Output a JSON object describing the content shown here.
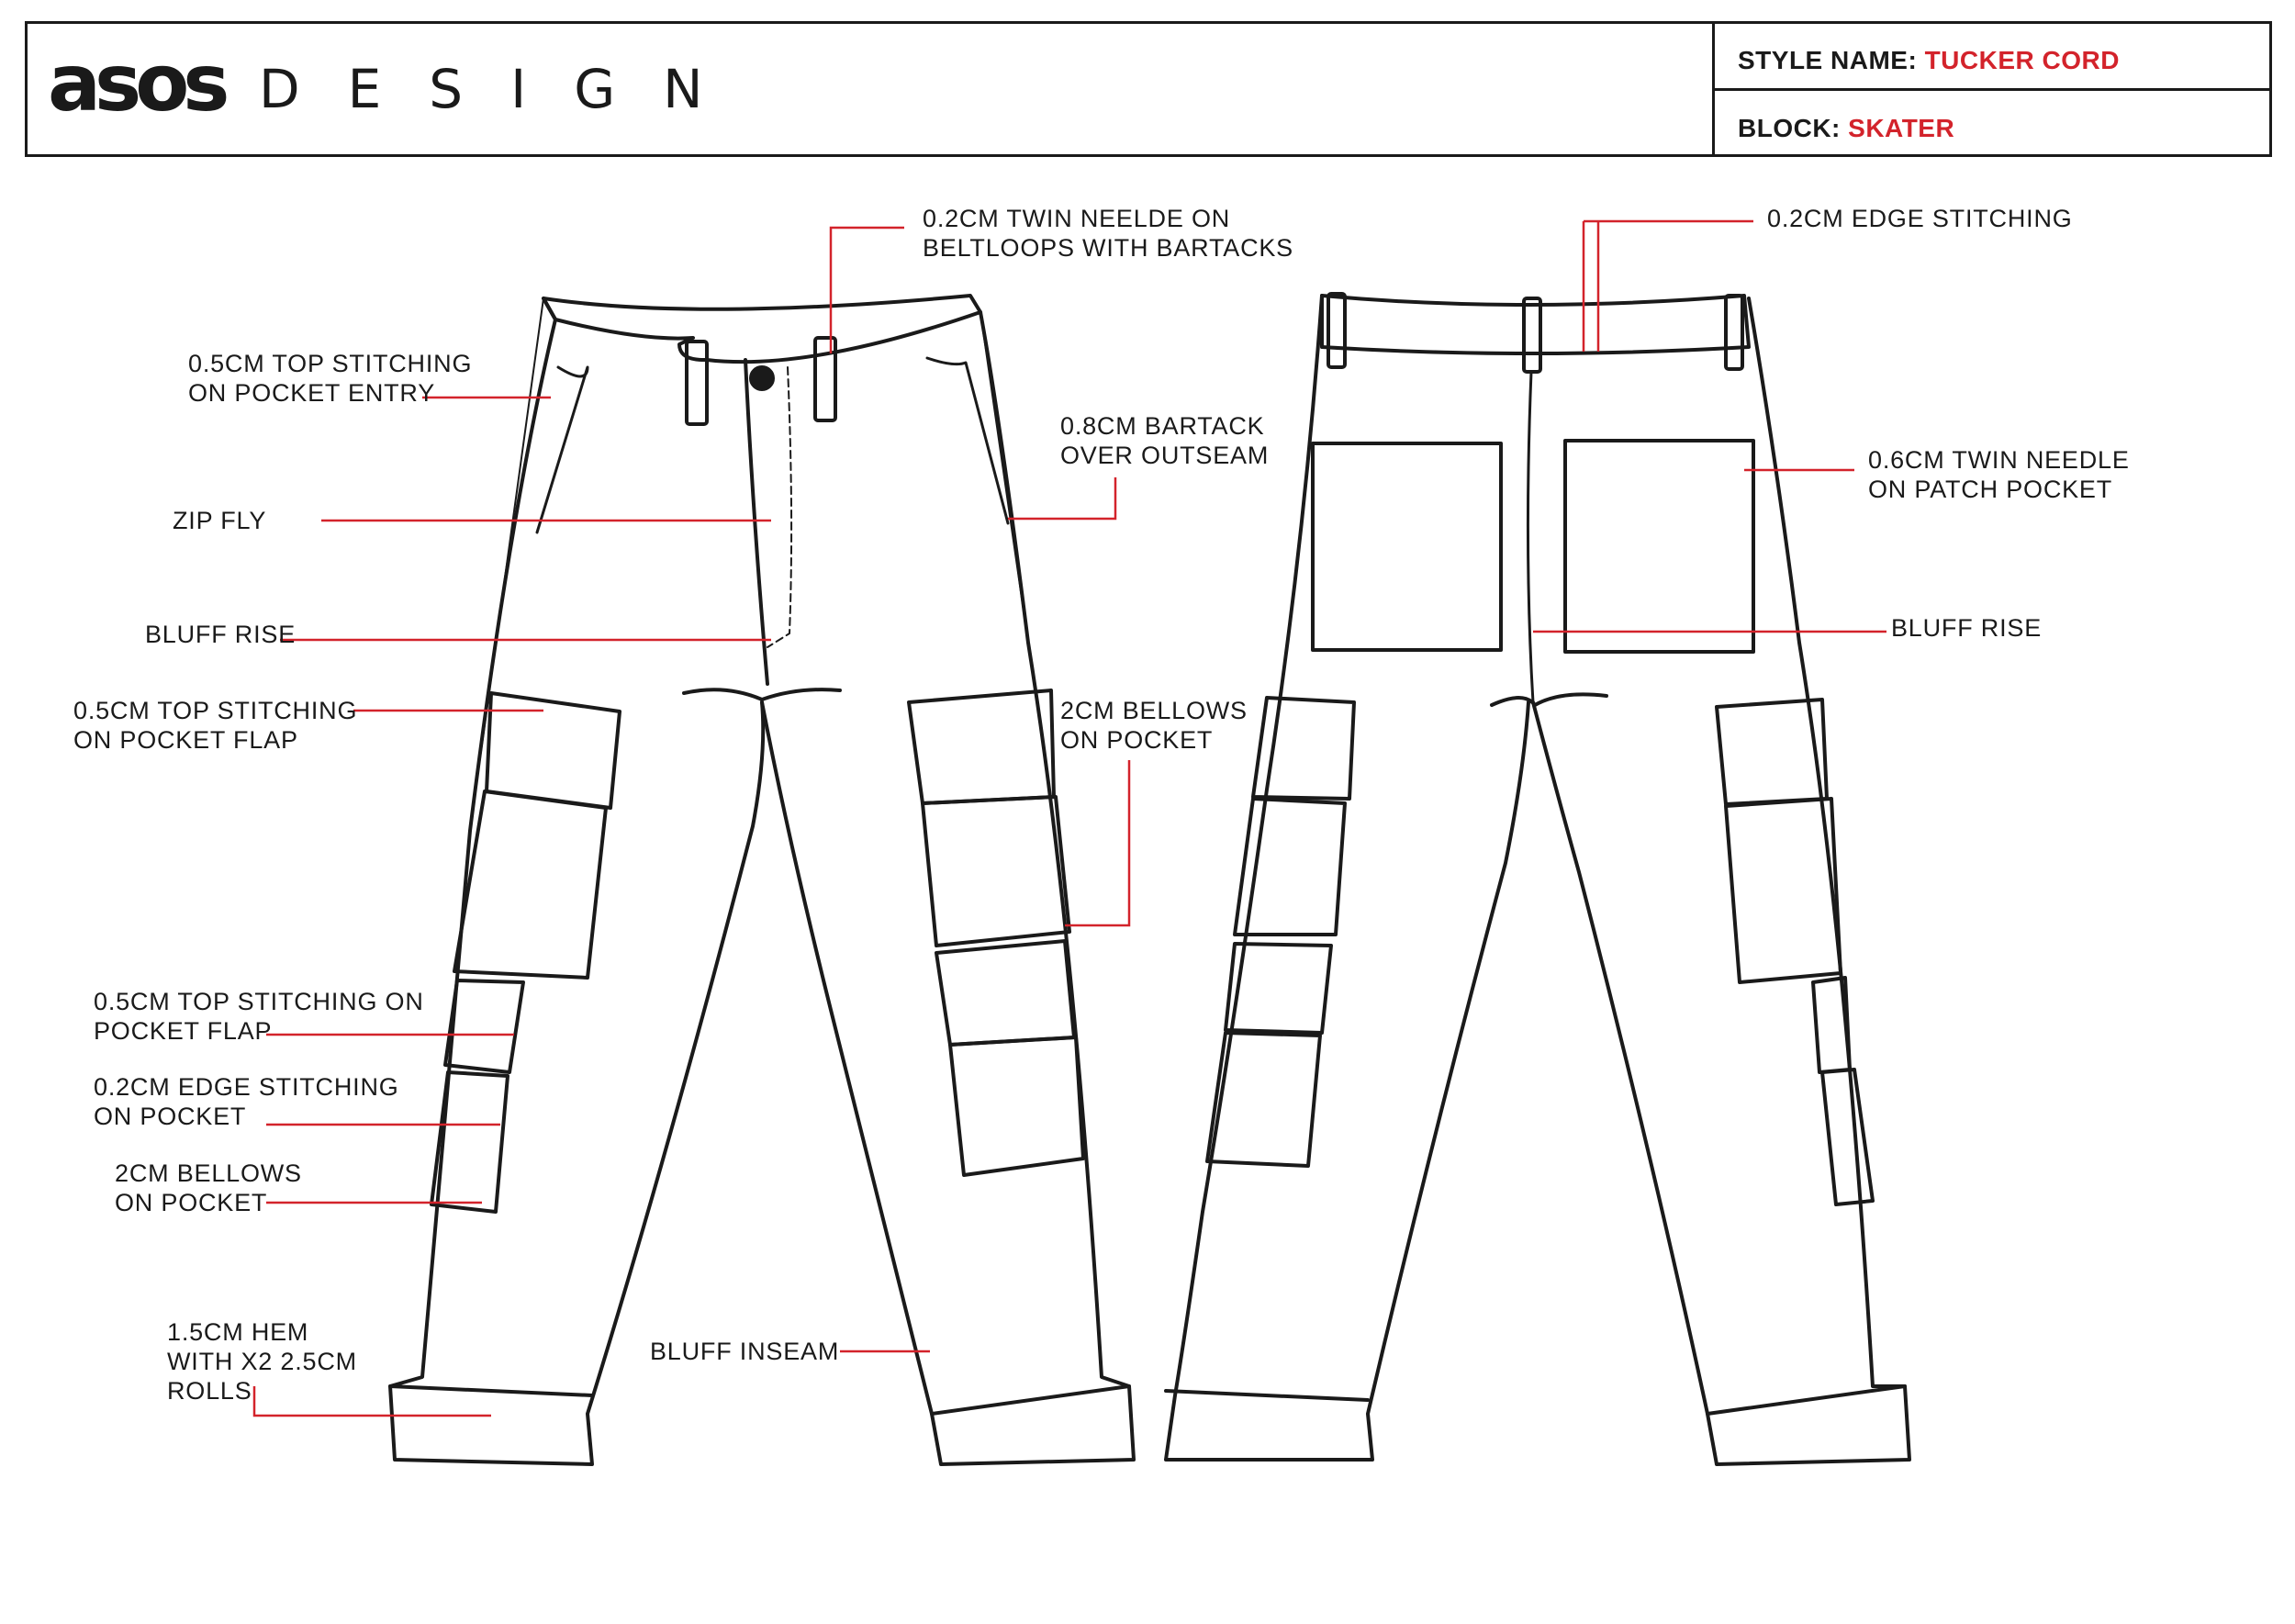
{
  "header": {
    "logo": "asos",
    "logo_sub": "DESIGN",
    "style_name_label": "STYLE NAME:",
    "style_name_value": "TUCKER CORD",
    "block_label": "BLOCK:",
    "block_value": "SKATER"
  },
  "colors": {
    "accent": "#d3232b",
    "ink": "#1a1a1a"
  },
  "callouts": {
    "front": [
      [
        "0.2CM TWIN NEELDE ON",
        "BELTLOOPS WITH BARTACKS"
      ],
      [
        "0.5CM TOP STITCHING",
        "ON POCKET ENTRY"
      ],
      [
        "0.8CM BARTACK",
        "OVER OUTSEAM"
      ],
      [
        "ZIP FLY"
      ],
      [
        "BLUFF RISE"
      ],
      [
        "0.5CM TOP STITCHING",
        "ON POCKET FLAP"
      ],
      [
        "2CM BELLOWS",
        "ON POCKET"
      ],
      [
        "0.5CM TOP STITCHING ON",
        "POCKET FLAP"
      ],
      [
        "0.2CM EDGE STITCHING",
        "ON POCKET"
      ],
      [
        "2CM BELLOWS",
        "ON POCKET"
      ],
      [
        "1.5CM HEM",
        "WITH X2 2.5CM",
        "ROLLS"
      ],
      [
        "BLUFF INSEAM"
      ]
    ],
    "back": [
      [
        "0.2CM EDGE STITCHING"
      ],
      [
        "0.6CM TWIN NEEDLE",
        "ON PATCH POCKET"
      ],
      [
        "BLUFF RISE"
      ]
    ]
  }
}
